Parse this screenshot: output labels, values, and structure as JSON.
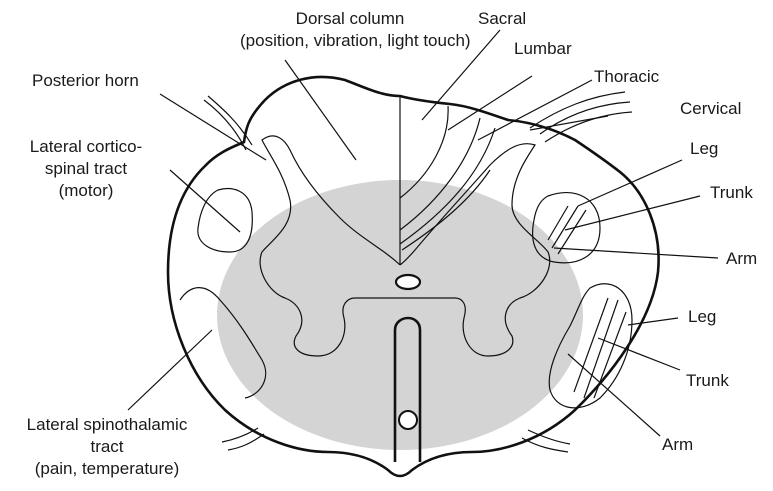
{
  "labels": {
    "dorsal_column_1": "Dorsal column",
    "dorsal_column_2": "(position, vibration, light touch)",
    "sacral": "Sacral",
    "lumbar": "Lumbar",
    "thoracic": "Thoracic",
    "cervical": "Cervical",
    "posterior_horn": "Posterior horn",
    "lat_corticospinal_1": "Lateral cortico-",
    "lat_corticospinal_2": "spinal tract",
    "lat_corticospinal_3": "(motor)",
    "leg_upper": "Leg",
    "trunk_upper": "Trunk",
    "arm_upper": "Arm",
    "leg_lower": "Leg",
    "trunk_lower": "Trunk",
    "arm_lower": "Arm",
    "lat_spinothalamic_1": "Lateral spinothalamic",
    "lat_spinothalamic_2": "tract",
    "lat_spinothalamic_3": "(pain, temperature)"
  },
  "colors": {
    "grey_matter": "#d4d4d4",
    "outline": "#111111",
    "background": "#ffffff"
  }
}
